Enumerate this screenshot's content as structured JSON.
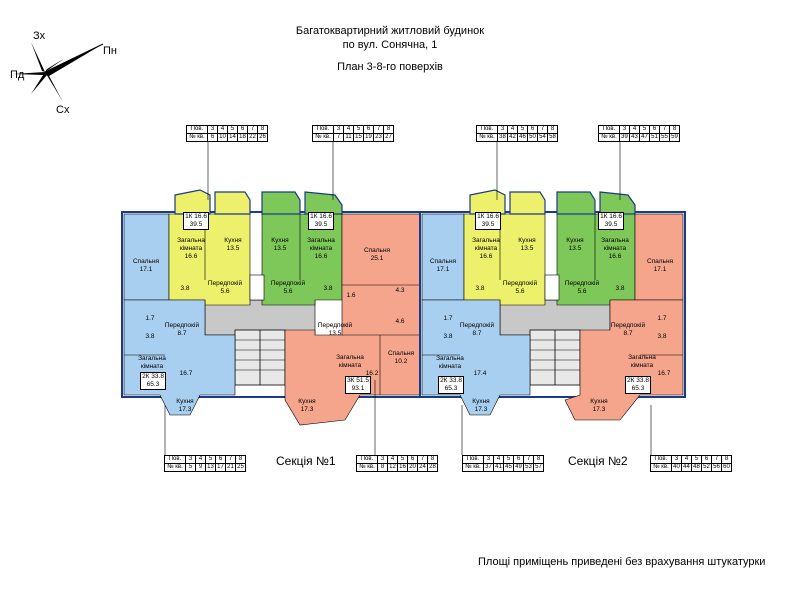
{
  "header": {
    "line1": "Багатоквартирний житловий будинок",
    "line2": "по вул. Сонячна, 1",
    "line3": "План 3-8-го поверхів"
  },
  "compass": {
    "nw": "Зх",
    "ne": "Пн",
    "w": "Пд",
    "s": "Сх"
  },
  "sections": {
    "s1": "Секція №1",
    "s2": "Секція №2"
  },
  "footnote": "Площі приміщень приведені без врахування штукатурки",
  "colors": {
    "green": "#7ec85a",
    "yellow": "#ecf06a",
    "blue": "#a8cff0",
    "salmon": "#f4a58c",
    "gray": "#c8c8c8"
  },
  "tables": {
    "t1": {
      "floor_label": "Пов.",
      "num_label": "№ кв.",
      "floors": [
        "3",
        "4",
        "5",
        "6",
        "7",
        "8"
      ],
      "nums": [
        "6",
        "10",
        "14",
        "18",
        "22",
        "26"
      ]
    },
    "t2": {
      "floor_label": "Пов.",
      "num_label": "№ кв.",
      "floors": [
        "3",
        "4",
        "5",
        "6",
        "7",
        "8"
      ],
      "nums": [
        "7",
        "11",
        "15",
        "19",
        "23",
        "27"
      ]
    },
    "t3": {
      "floor_label": "Пов.",
      "num_label": "№ кв.",
      "floors": [
        "3",
        "4",
        "5",
        "6",
        "7",
        "8"
      ],
      "nums": [
        "38",
        "42",
        "46",
        "50",
        "54",
        "58"
      ]
    },
    "t4": {
      "floor_label": "Пов.",
      "num_label": "№ кв.",
      "floors": [
        "3",
        "4",
        "5",
        "6",
        "7",
        "8"
      ],
      "nums": [
        "39",
        "43",
        "47",
        "51",
        "55",
        "59"
      ]
    },
    "t5": {
      "floor_label": "Пов.",
      "num_label": "№ кв.",
      "floors": [
        "3",
        "4",
        "5",
        "6",
        "7",
        "8"
      ],
      "nums": [
        "5",
        "9",
        "13",
        "17",
        "21",
        "25"
      ]
    },
    "t6": {
      "floor_label": "Пов.",
      "num_label": "№ кв.",
      "floors": [
        "3",
        "4",
        "5",
        "6",
        "7",
        "8"
      ],
      "nums": [
        "8",
        "12",
        "16",
        "20",
        "24",
        "28"
      ]
    },
    "t7": {
      "floor_label": "Пов.",
      "num_label": "№ кв.",
      "floors": [
        "3",
        "4",
        "5",
        "6",
        "7",
        "8"
      ],
      "nums": [
        "37",
        "41",
        "45",
        "49",
        "53",
        "57"
      ]
    },
    "t8": {
      "floor_label": "Пов.",
      "num_label": "№ кв.",
      "floors": [
        "3",
        "4",
        "5",
        "6",
        "7",
        "8"
      ],
      "nums": [
        "40",
        "44",
        "48",
        "52",
        "56",
        "60"
      ]
    }
  },
  "rooms": {
    "spalnia": "Спальня",
    "zagalna": "Загальна кімната",
    "kukhnia": "Кухня",
    "peredpokii": "Передпокій"
  },
  "areas": {
    "a_171": "17.1",
    "a_135": "13.5",
    "a_166": "16.6",
    "a_56": "5.6",
    "a_38": "3.8",
    "a_251": "25.1",
    "a_43": "4.3",
    "a_46": "4.6",
    "a_17": "1.7",
    "a_87": "8.7",
    "a_167": "16.7",
    "a_173": "17.3",
    "a_174": "17.4",
    "a_162": "16.2",
    "a_102": "10.2",
    "a_16": "1.6",
    "k1_rooms": "1К",
    "k1_a": "16.6",
    "k1_b": "39.5",
    "k2_rooms": "2К",
    "k2_a": "33.8",
    "k2_b": "65.3",
    "k3_rooms": "3К",
    "k3_a": "51.5",
    "k3_b": "93.1"
  }
}
